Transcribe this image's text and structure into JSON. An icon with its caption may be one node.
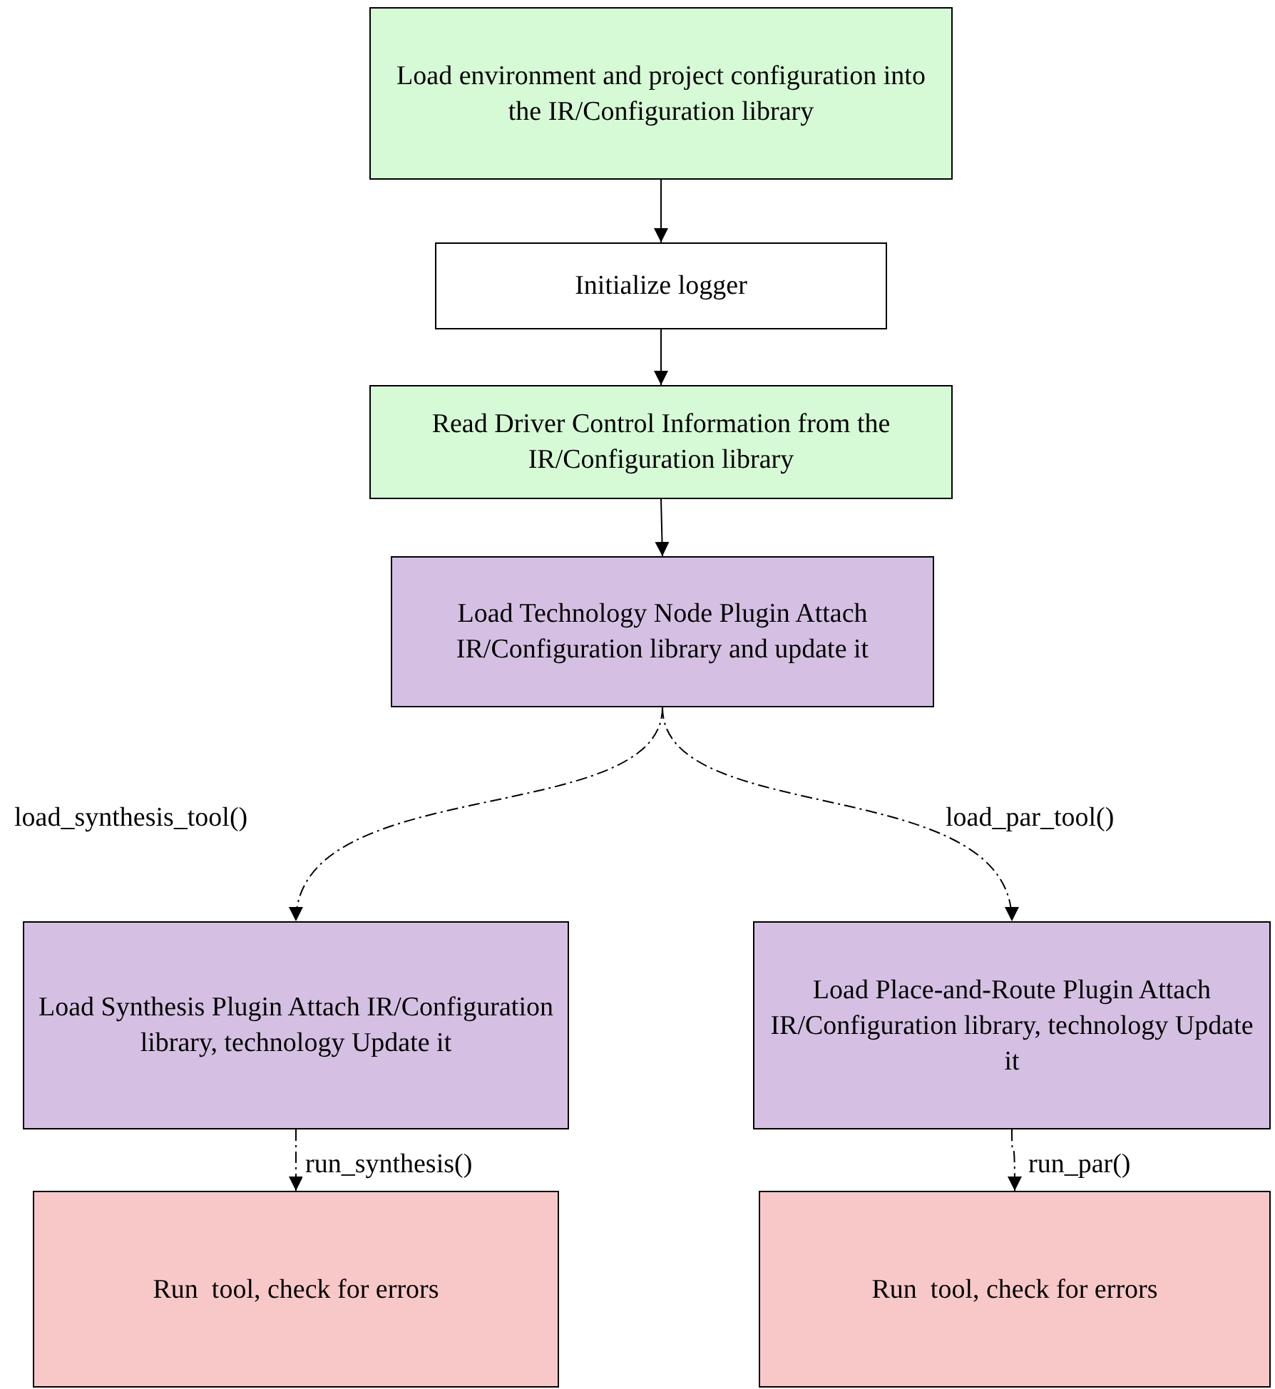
{
  "diagram": {
    "nodes": [
      {
        "text": [
          "Load environment and project configuration into the IR/Configuration library"
        ]
      },
      {
        "text": [
          "Initialize logger"
        ]
      },
      {
        "text": [
          "Read Driver Control Information from the IR/Configuration library"
        ]
      },
      {
        "text": [
          "Load Technology Node Plugin Attach IR/Configuration library and update it"
        ]
      },
      {
        "text": [
          "Load Synthesis Plugin Attach IR/Configuration library, technology Update it"
        ]
      },
      {
        "text": [
          "Load Place-and-Route Plugin Attach IR/Configuration library, technology Update it"
        ]
      },
      {
        "text": [
          "Run  tool, check for errors"
        ]
      },
      {
        "text": [
          "Run  tool, check for errors"
        ]
      }
    ],
    "edges": [
      {
        "from": 0,
        "to": 1,
        "arrow": "to"
      },
      {
        "from": 1,
        "to": 2,
        "arrow": "to"
      },
      {
        "from": 2,
        "to": 3,
        "arrow": "to"
      },
      {
        "from": 3,
        "to": 4,
        "arrow": "to",
        "label": "load_synthesis_tool()",
        "style": "dashed"
      },
      {
        "from": 3,
        "to": 5,
        "arrow": "to",
        "label": "load_par_tool()",
        "style": "dashed"
      },
      {
        "from": 4,
        "to": 6,
        "arrow": "to",
        "label": "run_synthesis()",
        "style": "dashed"
      },
      {
        "from": 5,
        "to": 7,
        "arrow": "to",
        "label": "run_par()",
        "style": "dashed"
      }
    ]
  }
}
